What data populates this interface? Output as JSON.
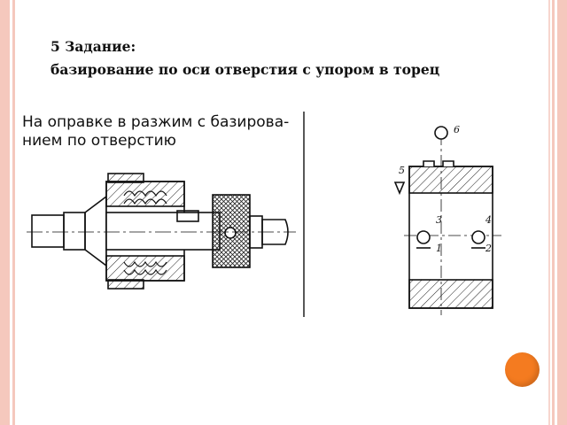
{
  "slide": {
    "title_line1": "5 Задание:",
    "title_line2": "базирование по оси отверстия с упором в торец",
    "caption_line1": "На оправке в разжим с базирова-",
    "caption_line2": "нием по отверстию"
  },
  "drawing_labels": {
    "label_6": "6",
    "label_5": "5",
    "label_3": "3",
    "label_1": "1",
    "label_4": "4",
    "label_2": "2"
  },
  "colors": {
    "stripe": "#f5c8bd",
    "accent_dot": "#f47b20",
    "ink": "#111111"
  }
}
